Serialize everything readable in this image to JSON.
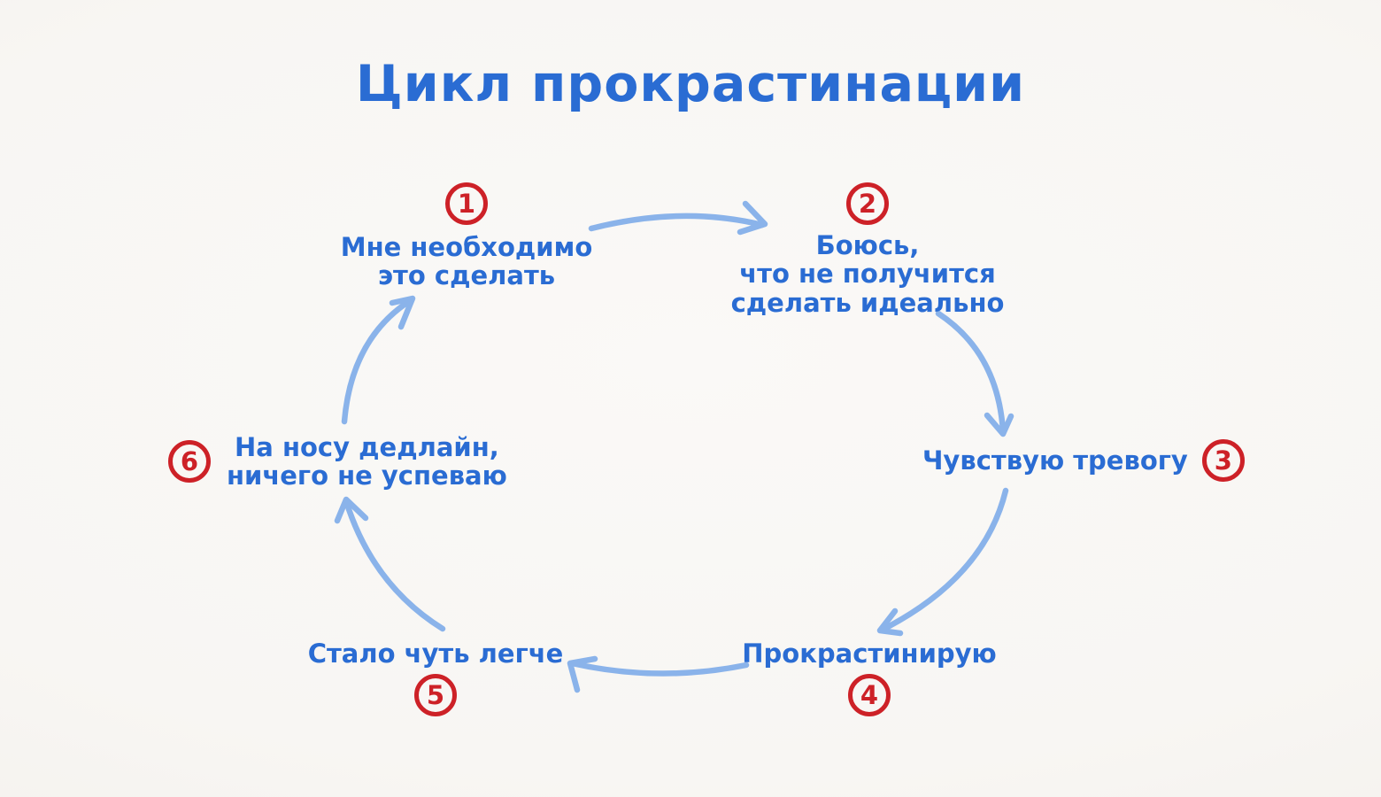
{
  "title": "Цикл прокрастинации",
  "steps": [
    {
      "number": "1",
      "lines": [
        "Мне необходимо",
        "это сделать"
      ]
    },
    {
      "number": "2",
      "lines": [
        "Боюсь,",
        "что не получится",
        "сделать идеально"
      ]
    },
    {
      "number": "3",
      "lines": [
        "Чувствую тревогу"
      ]
    },
    {
      "number": "4",
      "lines": [
        "Прокрастинирую"
      ]
    },
    {
      "number": "5",
      "lines": [
        "Стало чуть легче"
      ]
    },
    {
      "number": "6",
      "lines": [
        "На носу дедлайн,",
        "ничего не успеваю"
      ]
    }
  ],
  "connections": [
    {
      "from": "1",
      "to": "2"
    },
    {
      "from": "2",
      "to": "3"
    },
    {
      "from": "3",
      "to": "4"
    },
    {
      "from": "4",
      "to": "5"
    },
    {
      "from": "5",
      "to": "6"
    },
    {
      "from": "6",
      "to": "1"
    }
  ],
  "colors": {
    "text_blue": "#2a6cd3",
    "arrow_blue": "#8ab3ea",
    "number_red": "#cd2127",
    "background": "#f7f5f2"
  }
}
